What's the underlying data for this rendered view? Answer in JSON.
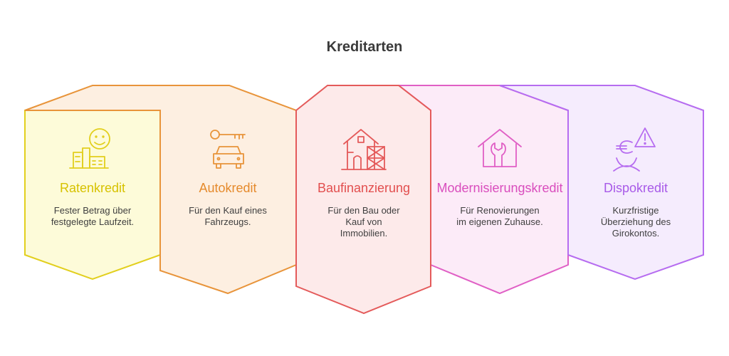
{
  "title": "Kreditarten",
  "cards": [
    {
      "title": "Ratenkredit",
      "desc": [
        "Fester Betrag über",
        "festgelegte Laufzeit."
      ],
      "icon": "buildings-smiley-icon",
      "stroke": "#e2cf1d",
      "fill": "#fdfbd9",
      "text": "#d7c200"
    },
    {
      "title": "Autokredit",
      "desc": [
        "Für den Kauf eines",
        "Fahrzeugs."
      ],
      "icon": "car-key-icon",
      "stroke": "#e8943a",
      "fill": "#fdefe1",
      "text": "#e58a2c"
    },
    {
      "title": "Baufinanzierung",
      "desc": [
        "Für den Bau oder",
        "Kauf von",
        "Immobilien."
      ],
      "icon": "house-scaffold-icon",
      "stroke": "#e45a5a",
      "fill": "#fdeaea",
      "text": "#e24e4e"
    },
    {
      "title": "Modernisierungskredit",
      "desc": [
        "Für Renovierungen",
        "im eigenen Zuhause."
      ],
      "icon": "house-wrench-icon",
      "stroke": "#e05fc5",
      "fill": "#fcebf8",
      "text": "#d94dbd"
    },
    {
      "title": "Dispokredit",
      "desc": [
        "Kurzfristige",
        "Überziehung des",
        "Girokontos."
      ],
      "icon": "euro-warning-icon",
      "stroke": "#b66cf0",
      "fill": "#f5ecfd",
      "text": "#a85ae8"
    }
  ]
}
